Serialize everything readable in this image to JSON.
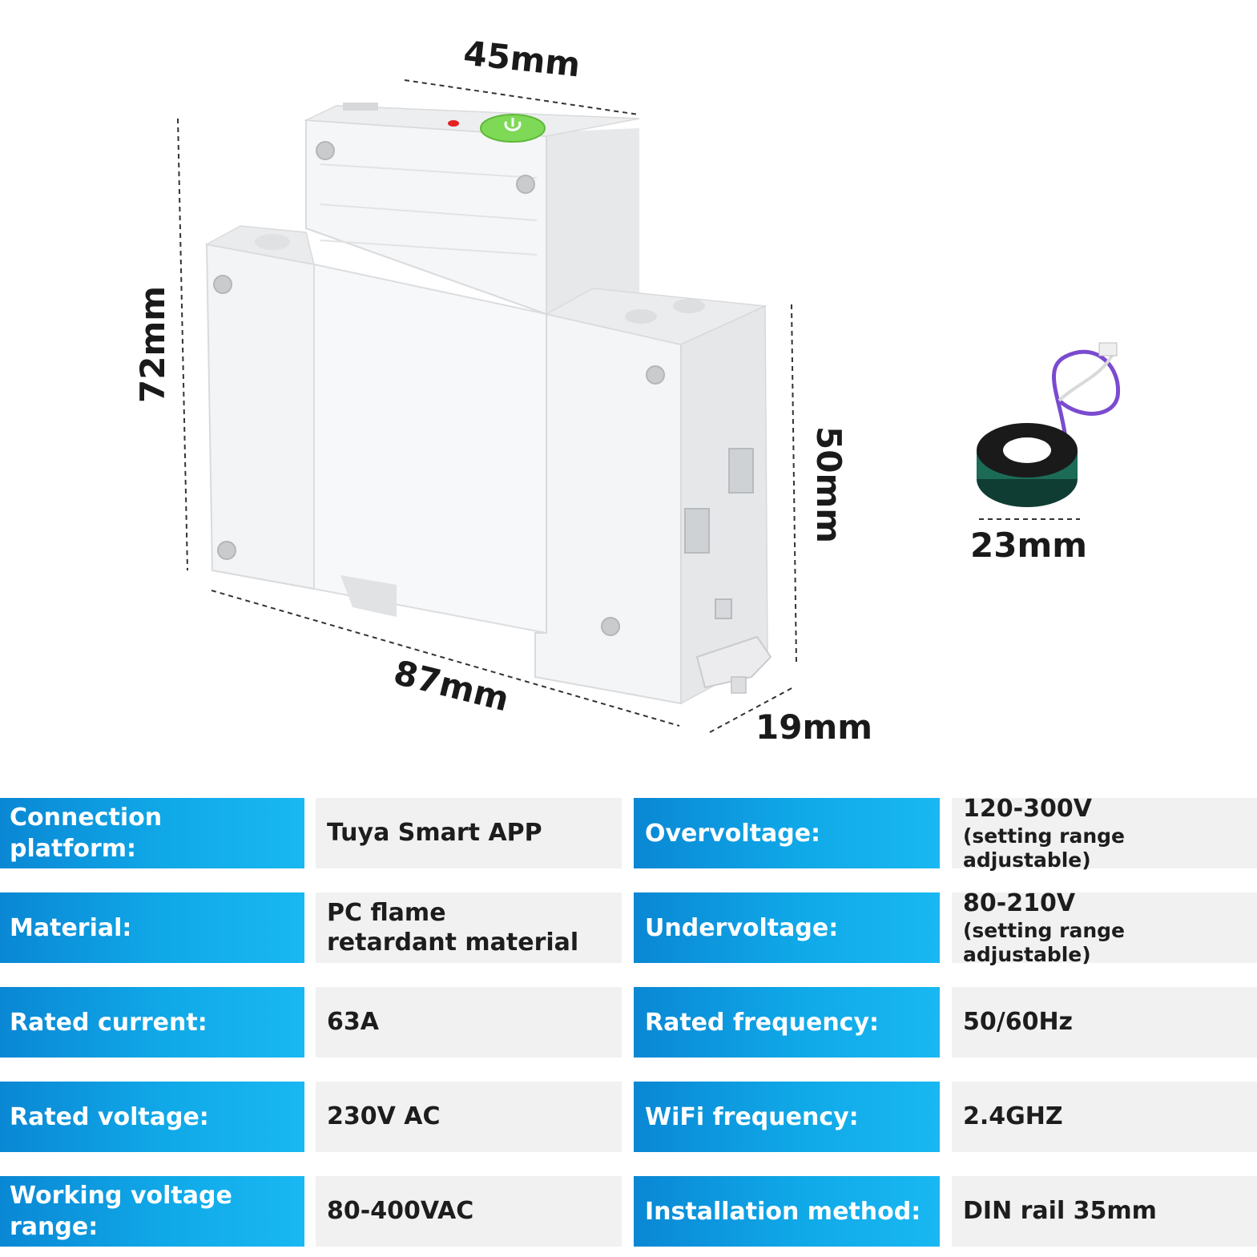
{
  "dimensions": {
    "width_top": "45mm",
    "height_total": "72mm",
    "height_side": "50mm",
    "length": "87mm",
    "depth": "19mm",
    "ct_diameter": "23mm"
  },
  "colors": {
    "label_blue": "#10a9e8",
    "value_gray": "#f1f1f1",
    "power_button_green": "#7ed957",
    "indicator_red": "#e52222",
    "ct_ring_green": "#1c6b57",
    "ct_wire_purple": "#7a4bd0"
  },
  "specs": [
    {
      "label": "Connection platform:",
      "value": "Tuya Smart APP",
      "value_sub": ""
    },
    {
      "label": "Material:",
      "value": "PC flame retardant material",
      "value_sub": ""
    },
    {
      "label": "Rated current:",
      "value": "63A",
      "value_sub": ""
    },
    {
      "label": "Rated voltage:",
      "value": "230V AC",
      "value_sub": ""
    },
    {
      "label": "Working voltage range:",
      "value": "80-400VAC",
      "value_sub": ""
    },
    {
      "label": "Overvoltage:",
      "value": "120-300V",
      "value_sub": "(setting range adjustable)"
    },
    {
      "label": "Undervoltage:",
      "value": "80-210V",
      "value_sub": "(setting range adjustable)"
    },
    {
      "label": "Rated frequency:",
      "value": "50/60Hz",
      "value_sub": ""
    },
    {
      "label": "WiFi frequency:",
      "value": "2.4GHZ",
      "value_sub": ""
    },
    {
      "label": "Installation method:",
      "value": "DIN rail 35mm",
      "value_sub": ""
    }
  ]
}
